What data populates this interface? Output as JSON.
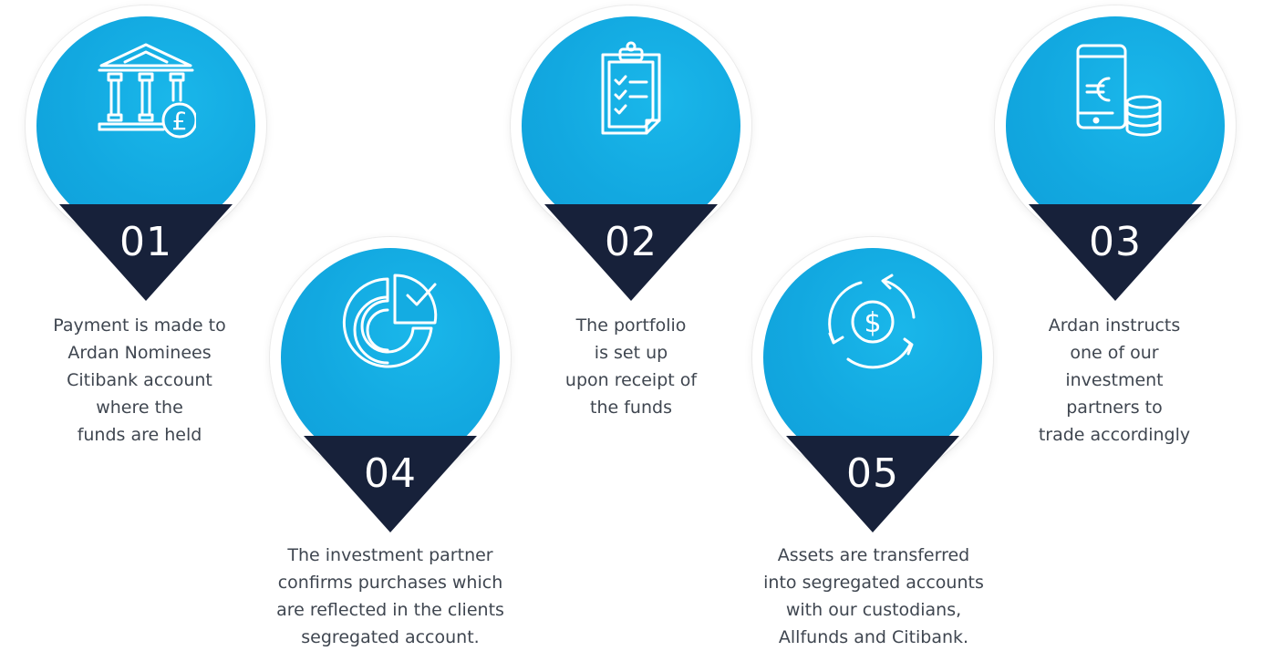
{
  "colors": {
    "circle_blue": "#12a8e0",
    "triangle_navy": "#17213a",
    "text_gray": "#3f4650"
  },
  "steps": [
    {
      "number": "01",
      "icon": "bank-pound-icon",
      "text": "Payment is made to\nArdan Nominees\nCitibank account\nwhere the\nfunds are held"
    },
    {
      "number": "02",
      "icon": "clipboard-checklist-icon",
      "text": "The portfolio\nis set up\nupon receipt of\nthe funds"
    },
    {
      "number": "03",
      "icon": "phone-euro-coins-icon",
      "text": "Ardan instructs\none of our\ninvestment\npartners to\ntrade accordingly"
    },
    {
      "number": "04",
      "icon": "pie-chart-check-icon",
      "text": "The investment partner\nconfirms purchases which\nare reflected in the clients\nsegregated account."
    },
    {
      "number": "05",
      "icon": "dollar-cycle-icon",
      "text": "Assets are transferred\ninto segregated accounts\nwith our custodians,\nAllfunds and Citibank."
    }
  ]
}
